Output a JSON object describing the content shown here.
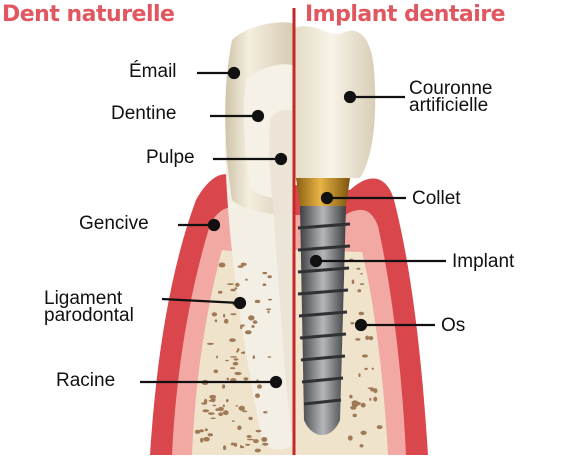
{
  "colors": {
    "title_red": "#e0575f",
    "divider_red": "#c62828",
    "gum_outer": "#d9464c",
    "gum_inner": "#f0a7a3",
    "bone": "#efe3cc",
    "bone_speckle": "#a07a57",
    "enamel": "#efe8d6",
    "dentine": "#f6f1e6",
    "pulp": "#f3f0ea",
    "crown_artificial": "#f1ebdc",
    "collar_gold": "#c8921f",
    "implant_metal": "#7d7f82"
  },
  "titles": {
    "left": "Dent naturelle",
    "right": "Implant dentaire"
  },
  "labels": {
    "email": "Émail",
    "dentine": "Dentine",
    "pulpe": "Pulpe",
    "gencive": "Gencive",
    "ligament_1": "Ligament",
    "ligament_2": "parodontal",
    "racine": "Racine",
    "couronne_1": "Couronne",
    "couronne_2": "artificielle",
    "collet": "Collet",
    "implant": "Implant",
    "os": "Os"
  },
  "icons": {
    "natural_tooth": "natural-tooth-icon",
    "dental_implant": "dental-implant-icon"
  }
}
